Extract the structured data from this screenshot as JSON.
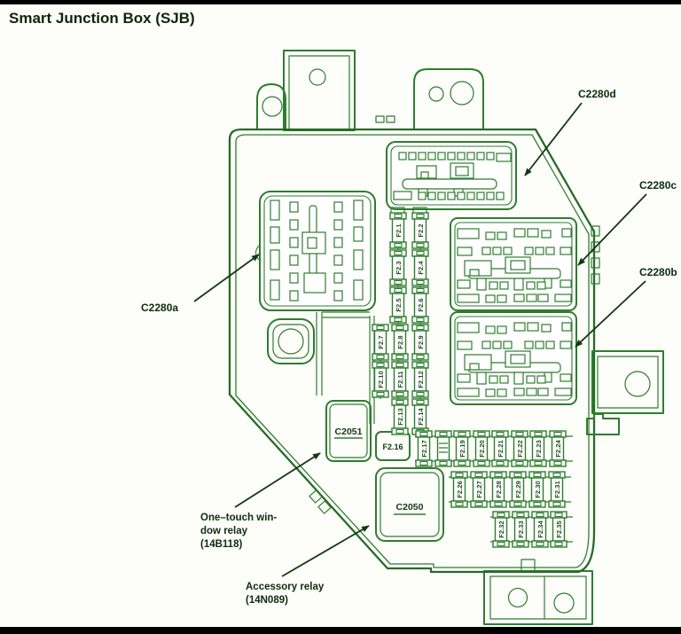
{
  "page": {
    "title": "Smart Junction Box (SJB)"
  },
  "connectors": {
    "c2280a": "C2280a",
    "c2280b": "C2280b",
    "c2280c": "C2280c",
    "c2280d": "C2280d",
    "c2051": "C2051",
    "c2050": "C2050"
  },
  "fuses": {
    "f1": "F2.1",
    "f2": "F2.2",
    "f3": "F2.3",
    "f4": "F2.4",
    "f5": "F2.5",
    "f6": "F2.6",
    "f7": "F2.7",
    "f8": "F2.8",
    "f9": "F2.9",
    "f10": "F2.10",
    "f11": "F2.11",
    "f12": "F2.12",
    "f13": "F2.13",
    "f14": "F2.14",
    "f16": "F2.16",
    "f17": "F2.17",
    "f19": "F2.19",
    "f20": "F2.20",
    "f21": "F2.21",
    "f22": "F2.22",
    "f23": "F2.23",
    "f24": "F2.24",
    "f26": "F2.26",
    "f27": "F2.27",
    "f28": "F2.28",
    "f29": "F2.29",
    "f30": "F2.30",
    "f31": "F2.31",
    "f32": "F2.32",
    "f33": "F2.33",
    "f34": "F2.34",
    "f35": "F2.35"
  },
  "callouts": {
    "one_touch": [
      "One–touch win-",
      "dow relay",
      "(14B118)"
    ],
    "accessory": [
      "Accessory relay",
      "(14N089)"
    ]
  },
  "colors": {
    "line_green": "#2e7d2e",
    "dark_label": "#0d2b0d"
  }
}
